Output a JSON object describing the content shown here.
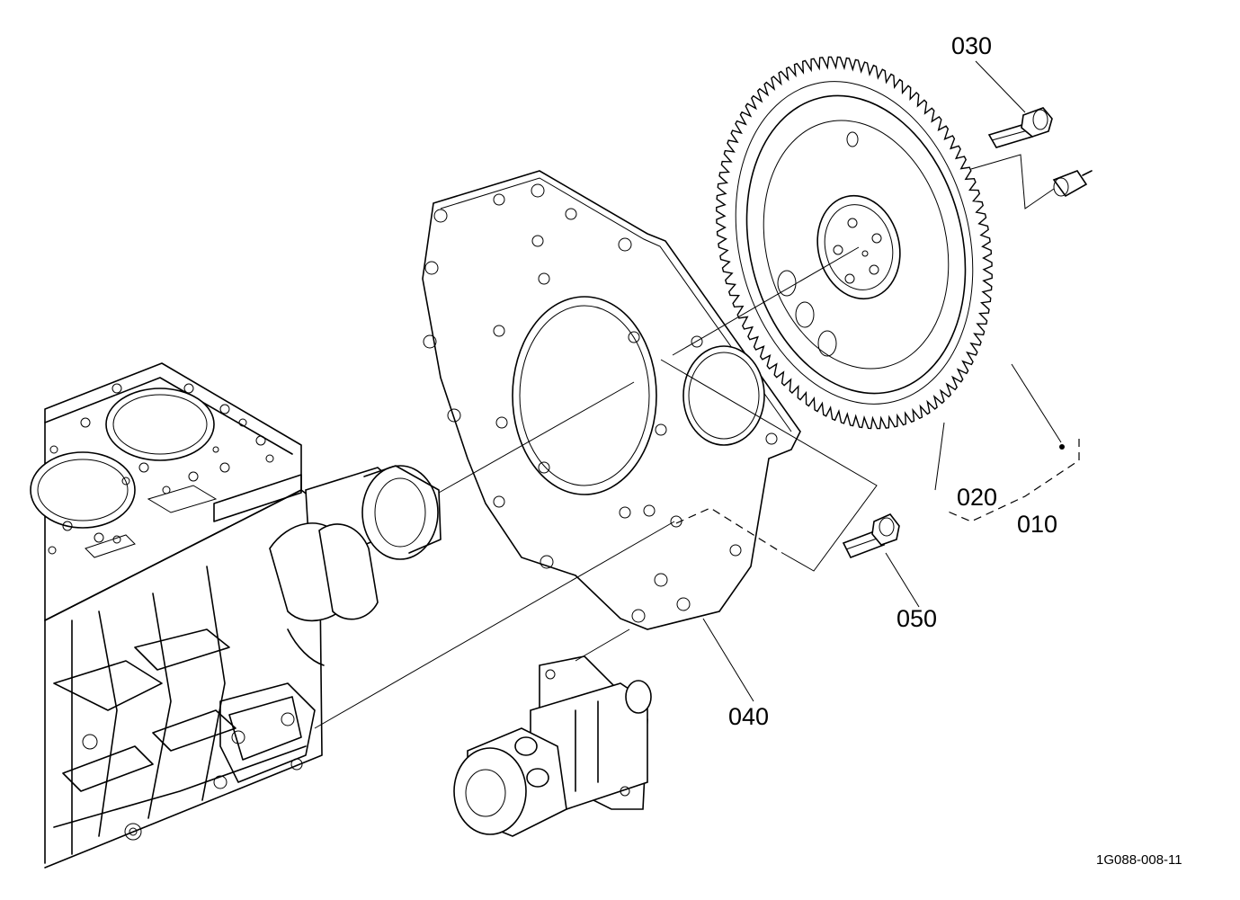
{
  "parts": [
    {
      "id": "010",
      "label": "010"
    },
    {
      "id": "020",
      "label": "020"
    },
    {
      "id": "030",
      "label": "030"
    },
    {
      "id": "040",
      "label": "040"
    },
    {
      "id": "050",
      "label": "050"
    }
  ],
  "drawing_number": "1G088-008-11"
}
